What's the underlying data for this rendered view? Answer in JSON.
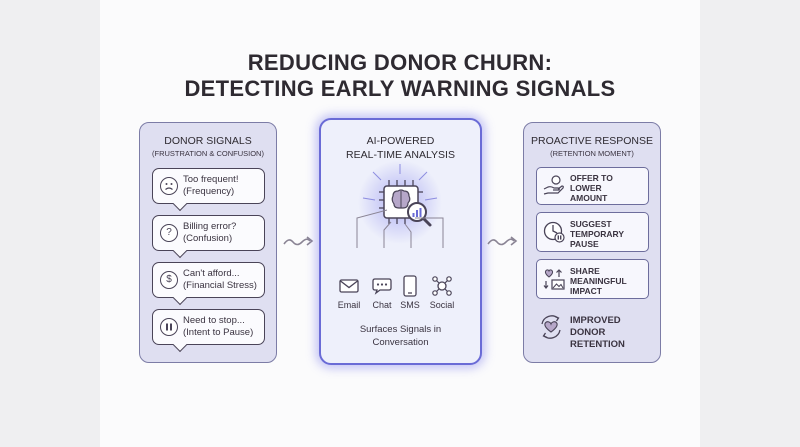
{
  "title": {
    "line1": "REDUCING DONOR CHURN:",
    "line2": "DETECTING EARLY WARNING SIGNALS"
  },
  "left_panel": {
    "title": "DONOR SIGNALS",
    "subtitle": "(FRUSTRATION & CONFUSION)",
    "bubbles": [
      {
        "line1": "Too frequent!",
        "line2": "(Frequency)",
        "icon": "sad-face-icon"
      },
      {
        "line1": "Billing error?",
        "line2": "(Confusion)",
        "icon": "question-icon"
      },
      {
        "line1": "Can't afford...",
        "line2": "(Financial Stress)",
        "icon": "dollar-icon"
      },
      {
        "line1": "Need to stop...",
        "line2": "(Intent to Pause)",
        "icon": "pause-icon"
      }
    ]
  },
  "middle_panel": {
    "title_line1": "AI-POWERED",
    "title_line2": "REAL-TIME ANALYSIS",
    "channels": [
      {
        "label": "Email",
        "icon": "email-icon"
      },
      {
        "label": "Chat",
        "icon": "chat-icon"
      },
      {
        "label": "SMS",
        "icon": "phone-icon"
      },
      {
        "label": "Social",
        "icon": "social-network-icon"
      }
    ],
    "footer_line1": "Surfaces Signals in",
    "footer_line2": "Conversation"
  },
  "right_panel": {
    "title": "PROACTIVE RESPONSE",
    "subtitle": "(RETENTION MOMENT)",
    "actions": [
      {
        "line1": "OFFER TO",
        "line2": "LOWER",
        "line3": "AMOUNT",
        "icon": "hand-coin-icon"
      },
      {
        "line1": "SUGGEST",
        "line2": "TEMPORARY",
        "line3": "PAUSE",
        "icon": "clock-pause-icon"
      },
      {
        "line1": "SHARE",
        "line2": "MEANINGFUL",
        "line3": "IMPACT",
        "icon": "heart-image-icon"
      }
    ],
    "result": {
      "line1": "IMPROVED",
      "line2": "DONOR",
      "line3": "RETENTION",
      "icon": "heart-cycle-icon"
    }
  },
  "colors": {
    "panel_fill": "#dfdff1",
    "panel_border": "#7c7ca6",
    "highlight_border": "#6a6bd6",
    "glow": "#9b9bf0"
  }
}
